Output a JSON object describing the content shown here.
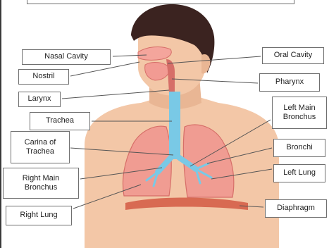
{
  "labels": {
    "nasal_cavity": "Nasal Cavity",
    "nostril": "Nostril",
    "larynx": "Larynx",
    "trachea": "Trachea",
    "carina_line1": "Carina of",
    "carina_line2": "Trachea",
    "right_main_bronchus_line1": "Right Main",
    "right_main_bronchus_line2": "Bronchus",
    "right_lung": "Right Lung",
    "oral_cavity": "Oral Cavity",
    "pharynx": "Pharynx",
    "left_main_bronchus_line1": "Left Main",
    "left_main_bronchus_line2": "Bronchus",
    "bronchi": "Bronchi",
    "left_lung": "Left Lung",
    "diaphragm": "Diaphragm"
  },
  "colors": {
    "skin": "#f3c7a7",
    "skin_shadow": "#e7ab88",
    "hair": "#3b2320",
    "lung": "#f09c92",
    "lung_dark": "#d66e68",
    "airway": "#79c9e6",
    "diaphragm": "#d86a52",
    "leader_line": "#555555"
  }
}
